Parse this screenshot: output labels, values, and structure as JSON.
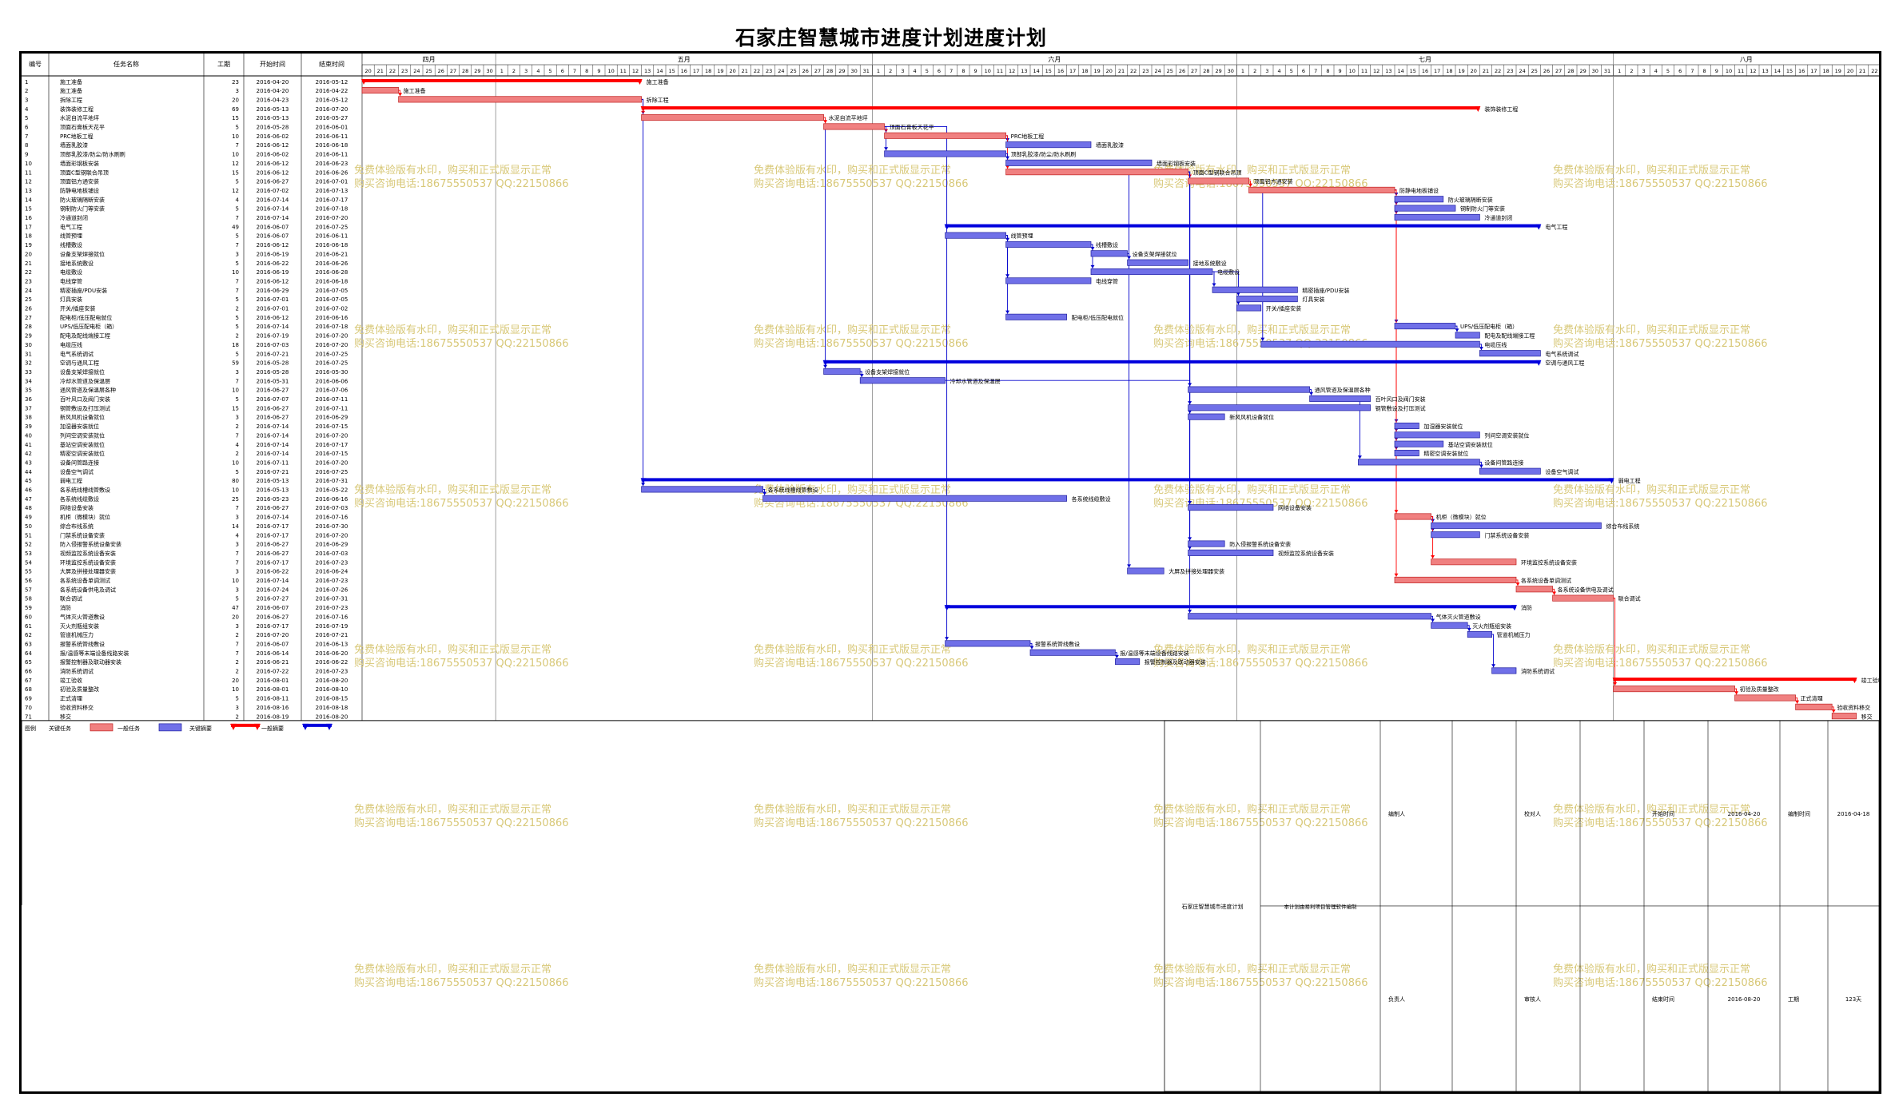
{
  "title": "石家庄智慧城市进度计划进度计划",
  "headers": {
    "id": "编号",
    "name": "任务名称",
    "dur": "工期",
    "start": "开始时间",
    "end": "结束时间"
  },
  "months": [
    "四月",
    "五月",
    "六月",
    "七月",
    "八月"
  ],
  "colors": {
    "critical_bar": "#f08080",
    "normal_bar": "#7070e8",
    "critical_summary": "#ff0000",
    "summary": "#0000dd",
    "link_critical": "#ff0000",
    "link_normal": "#0000cc",
    "watermark": "#d8c878"
  },
  "watermark": {
    "line1": "免费体验版有水印，购买和正式版显示正常",
    "line2": "购买咨询电话:18675550537 QQ:22150866"
  },
  "tasks": [
    {
      "id": "1",
      "name": "施工准备",
      "dur": "23",
      "start": "2016-04-20",
      "end": "2016-05-12",
      "type": "summary",
      "critical": true
    },
    {
      "id": "2",
      "name": "施工准备",
      "dur": "3",
      "start": "2016-04-20",
      "end": "2016-04-22",
      "type": "task",
      "critical": true
    },
    {
      "id": "3",
      "name": "拆除工程",
      "dur": "20",
      "start": "2016-04-23",
      "end": "2016-05-12",
      "type": "task",
      "critical": true
    },
    {
      "id": "4",
      "name": "装饰装修工程",
      "dur": "69",
      "start": "2016-05-13",
      "end": "2016-07-20",
      "type": "summary",
      "critical": true
    },
    {
      "id": "5",
      "name": "水泥自流平地坪",
      "dur": "15",
      "start": "2016-05-13",
      "end": "2016-05-27",
      "type": "task",
      "critical": true
    },
    {
      "id": "6",
      "name": "顶面石膏板天花平",
      "dur": "5",
      "start": "2016-05-28",
      "end": "2016-06-01",
      "type": "task",
      "critical": true
    },
    {
      "id": "7",
      "name": "PRC地板工程",
      "dur": "10",
      "start": "2016-06-02",
      "end": "2016-06-11",
      "type": "task",
      "critical": true
    },
    {
      "id": "8",
      "name": "墙面乳胶漆",
      "dur": "7",
      "start": "2016-06-12",
      "end": "2016-06-18",
      "type": "task",
      "critical": false
    },
    {
      "id": "9",
      "name": "顶部乳胶漆/防尘/防水刷刷",
      "dur": "10",
      "start": "2016-06-02",
      "end": "2016-06-11",
      "type": "task",
      "critical": false
    },
    {
      "id": "10",
      "name": "墙面彩钢板安装",
      "dur": "12",
      "start": "2016-06-12",
      "end": "2016-06-23",
      "type": "task",
      "critical": false
    },
    {
      "id": "11",
      "name": "顶面C型钢联合吊顶",
      "dur": "15",
      "start": "2016-06-12",
      "end": "2016-06-26",
      "type": "task",
      "critical": true
    },
    {
      "id": "12",
      "name": "顶面铝方通安装",
      "dur": "5",
      "start": "2016-06-27",
      "end": "2016-07-01",
      "type": "task",
      "critical": true
    },
    {
      "id": "13",
      "name": "防静电地板铺设",
      "dur": "12",
      "start": "2016-07-02",
      "end": "2016-07-13",
      "type": "task",
      "critical": true
    },
    {
      "id": "14",
      "name": "防火玻璃隔断安装",
      "dur": "4",
      "start": "2016-07-14",
      "end": "2016-07-17",
      "type": "task",
      "critical": false
    },
    {
      "id": "15",
      "name": "钢制防火门等安装",
      "dur": "5",
      "start": "2016-07-14",
      "end": "2016-07-18",
      "type": "task",
      "critical": false
    },
    {
      "id": "16",
      "name": "冷通道封闭",
      "dur": "7",
      "start": "2016-07-14",
      "end": "2016-07-20",
      "type": "task",
      "critical": false
    },
    {
      "id": "17",
      "name": "电气工程",
      "dur": "49",
      "start": "2016-06-07",
      "end": "2016-07-25",
      "type": "summary",
      "critical": false
    },
    {
      "id": "18",
      "name": "线管预埋",
      "dur": "5",
      "start": "2016-06-07",
      "end": "2016-06-11",
      "type": "task",
      "critical": false
    },
    {
      "id": "19",
      "name": "线槽敷设",
      "dur": "7",
      "start": "2016-06-12",
      "end": "2016-06-18",
      "type": "task",
      "critical": false
    },
    {
      "id": "20",
      "name": "设备支架焊接就位",
      "dur": "3",
      "start": "2016-06-19",
      "end": "2016-06-21",
      "type": "task",
      "critical": false
    },
    {
      "id": "21",
      "name": "接地系统敷设",
      "dur": "5",
      "start": "2016-06-22",
      "end": "2016-06-26",
      "type": "task",
      "critical": false
    },
    {
      "id": "22",
      "name": "电缆敷设",
      "dur": "10",
      "start": "2016-06-19",
      "end": "2016-06-28",
      "type": "task",
      "critical": false
    },
    {
      "id": "23",
      "name": "电线穿管",
      "dur": "7",
      "start": "2016-06-12",
      "end": "2016-06-18",
      "type": "task",
      "critical": false
    },
    {
      "id": "24",
      "name": "精密插座/PDU安装",
      "dur": "7",
      "start": "2016-06-29",
      "end": "2016-07-05",
      "type": "task",
      "critical": false
    },
    {
      "id": "25",
      "name": "灯具安装",
      "dur": "5",
      "start": "2016-07-01",
      "end": "2016-07-05",
      "type": "task",
      "critical": false
    },
    {
      "id": "26",
      "name": "开关/插座安装",
      "dur": "2",
      "start": "2016-07-01",
      "end": "2016-07-02",
      "type": "task",
      "critical": false
    },
    {
      "id": "27",
      "name": "配电柜/低压配电就位",
      "dur": "5",
      "start": "2016-06-12",
      "end": "2016-06-16",
      "type": "task",
      "critical": false
    },
    {
      "id": "28",
      "name": "UPS/低压配电柜（箱）",
      "dur": "5",
      "start": "2016-07-14",
      "end": "2016-07-18",
      "type": "task",
      "critical": false
    },
    {
      "id": "29",
      "name": "配电及配线端接工程",
      "dur": "2",
      "start": "2016-07-19",
      "end": "2016-07-20",
      "type": "task",
      "critical": false
    },
    {
      "id": "30",
      "name": "电缆压线",
      "dur": "18",
      "start": "2016-07-03",
      "end": "2016-07-20",
      "type": "task",
      "critical": false
    },
    {
      "id": "31",
      "name": "电气系统调试",
      "dur": "5",
      "start": "2016-07-21",
      "end": "2016-07-25",
      "type": "task",
      "critical": false
    },
    {
      "id": "32",
      "name": "空调与通风工程",
      "dur": "59",
      "start": "2016-05-28",
      "end": "2016-07-25",
      "type": "summary",
      "critical": false
    },
    {
      "id": "33",
      "name": "设备支架焊接就位",
      "dur": "3",
      "start": "2016-05-28",
      "end": "2016-05-30",
      "type": "task",
      "critical": false
    },
    {
      "id": "34",
      "name": "冷却水管道及保温层",
      "dur": "7",
      "start": "2016-05-31",
      "end": "2016-06-06",
      "type": "task",
      "critical": false
    },
    {
      "id": "35",
      "name": "通风管道及保温层各种",
      "dur": "10",
      "start": "2016-06-27",
      "end": "2016-07-06",
      "type": "task",
      "critical": false
    },
    {
      "id": "36",
      "name": "百叶风口及阀门安装",
      "dur": "5",
      "start": "2016-07-07",
      "end": "2016-07-11",
      "type": "task",
      "critical": false
    },
    {
      "id": "37",
      "name": "钢管敷设及打压测试",
      "dur": "15",
      "start": "2016-06-27",
      "end": "2016-07-11",
      "type": "task",
      "critical": false
    },
    {
      "id": "38",
      "name": "新风风机设备就位",
      "dur": "3",
      "start": "2016-06-27",
      "end": "2016-06-29",
      "type": "task",
      "critical": false
    },
    {
      "id": "39",
      "name": "加湿器安装就位",
      "dur": "2",
      "start": "2016-07-14",
      "end": "2016-07-15",
      "type": "task",
      "critical": false
    },
    {
      "id": "40",
      "name": "列间空调安装就位",
      "dur": "7",
      "start": "2016-07-14",
      "end": "2016-07-20",
      "type": "task",
      "critical": false
    },
    {
      "id": "41",
      "name": "基站空调安装就位",
      "dur": "4",
      "start": "2016-07-14",
      "end": "2016-07-17",
      "type": "task",
      "critical": false
    },
    {
      "id": "42",
      "name": "精密空调安装就位",
      "dur": "2",
      "start": "2016-07-14",
      "end": "2016-07-15",
      "type": "task",
      "critical": false
    },
    {
      "id": "43",
      "name": "设备间管路连接",
      "dur": "10",
      "start": "2016-07-11",
      "end": "2016-07-20",
      "type": "task",
      "critical": false
    },
    {
      "id": "44",
      "name": "设备空气调试",
      "dur": "5",
      "start": "2016-07-21",
      "end": "2016-07-25",
      "type": "task",
      "critical": false
    },
    {
      "id": "45",
      "name": "弱电工程",
      "dur": "80",
      "start": "2016-05-13",
      "end": "2016-07-31",
      "type": "summary",
      "critical": false
    },
    {
      "id": "46",
      "name": "各系统线槽线管敷设",
      "dur": "10",
      "start": "2016-05-13",
      "end": "2016-05-22",
      "type": "task",
      "critical": false
    },
    {
      "id": "47",
      "name": "各系统线缆敷设",
      "dur": "25",
      "start": "2016-05-23",
      "end": "2016-06-16",
      "type": "task",
      "critical": false
    },
    {
      "id": "48",
      "name": "网络设备安装",
      "dur": "7",
      "start": "2016-06-27",
      "end": "2016-07-03",
      "type": "task",
      "critical": false
    },
    {
      "id": "49",
      "name": "机柜（微模块）就位",
      "dur": "3",
      "start": "2016-07-14",
      "end": "2016-07-16",
      "type": "task",
      "critical": true
    },
    {
      "id": "50",
      "name": "综合布线系统",
      "dur": "14",
      "start": "2016-07-17",
      "end": "2016-07-30",
      "type": "task",
      "critical": false
    },
    {
      "id": "51",
      "name": "门禁系统设备安装",
      "dur": "4",
      "start": "2016-07-17",
      "end": "2016-07-20",
      "type": "task",
      "critical": false
    },
    {
      "id": "52",
      "name": "防入侵报警系统设备安装",
      "dur": "3",
      "start": "2016-06-27",
      "end": "2016-06-29",
      "type": "task",
      "critical": false
    },
    {
      "id": "53",
      "name": "视频监控系统设备安装",
      "dur": "7",
      "start": "2016-06-27",
      "end": "2016-07-03",
      "type": "task",
      "critical": false
    },
    {
      "id": "54",
      "name": "环境监控系统设备安装",
      "dur": "7",
      "start": "2016-07-17",
      "end": "2016-07-23",
      "type": "task",
      "critical": true
    },
    {
      "id": "55",
      "name": "大屏及拼接处理器安装",
      "dur": "3",
      "start": "2016-06-22",
      "end": "2016-06-24",
      "type": "task",
      "critical": false
    },
    {
      "id": "56",
      "name": "各系统设备单调测试",
      "dur": "10",
      "start": "2016-07-14",
      "end": "2016-07-23",
      "type": "task",
      "critical": true
    },
    {
      "id": "57",
      "name": "各系统设备供电及调试",
      "dur": "3",
      "start": "2016-07-24",
      "end": "2016-07-26",
      "type": "task",
      "critical": true
    },
    {
      "id": "58",
      "name": "联合调试",
      "dur": "5",
      "start": "2016-07-27",
      "end": "2016-07-31",
      "type": "task",
      "critical": true
    },
    {
      "id": "59",
      "name": "消防",
      "dur": "47",
      "start": "2016-06-07",
      "end": "2016-07-23",
      "type": "summary",
      "critical": false
    },
    {
      "id": "60",
      "name": "气体灭火管道敷设",
      "dur": "20",
      "start": "2016-06-27",
      "end": "2016-07-16",
      "type": "task",
      "critical": false
    },
    {
      "id": "61",
      "name": "灭火剂瓶组安装",
      "dur": "3",
      "start": "2016-07-17",
      "end": "2016-07-19",
      "type": "task",
      "critical": false
    },
    {
      "id": "62",
      "name": "管道机械压力",
      "dur": "2",
      "start": "2016-07-20",
      "end": "2016-07-21",
      "type": "task",
      "critical": false
    },
    {
      "id": "63",
      "name": "报警系统管线敷设",
      "dur": "7",
      "start": "2016-06-07",
      "end": "2016-06-13",
      "type": "task",
      "critical": false
    },
    {
      "id": "64",
      "name": "报/温感等末端设备线路安装",
      "dur": "7",
      "start": "2016-06-14",
      "end": "2016-06-20",
      "type": "task",
      "critical": false
    },
    {
      "id": "65",
      "name": "报警控制器及联动器安装",
      "dur": "2",
      "start": "2016-06-21",
      "end": "2016-06-22",
      "type": "task",
      "critical": false
    },
    {
      "id": "66",
      "name": "消防系统调试",
      "dur": "2",
      "start": "2016-07-22",
      "end": "2016-07-23",
      "type": "task",
      "critical": false
    },
    {
      "id": "67",
      "name": "竣工验收",
      "dur": "20",
      "start": "2016-08-01",
      "end": "2016-08-20",
      "type": "summary",
      "critical": true
    },
    {
      "id": "68",
      "name": "初验及质量整改",
      "dur": "10",
      "start": "2016-08-01",
      "end": "2016-08-10",
      "type": "task",
      "critical": true
    },
    {
      "id": "69",
      "name": "正式清理",
      "dur": "5",
      "start": "2016-08-11",
      "end": "2016-08-15",
      "type": "task",
      "critical": true
    },
    {
      "id": "70",
      "name": "验收资料移交",
      "dur": "3",
      "start": "2016-08-16",
      "end": "2016-08-18",
      "type": "task",
      "critical": true
    },
    {
      "id": "71",
      "name": "移交",
      "dur": "2",
      "start": "2016-08-19",
      "end": "2016-08-20",
      "type": "task",
      "critical": true
    }
  ],
  "links": [
    [
      2,
      3
    ],
    [
      3,
      5
    ],
    [
      5,
      6
    ],
    [
      6,
      7
    ],
    [
      7,
      8
    ],
    [
      7,
      11
    ],
    [
      6,
      9
    ],
    [
      9,
      10
    ],
    [
      11,
      12
    ],
    [
      12,
      13
    ],
    [
      13,
      14
    ],
    [
      13,
      15
    ],
    [
      13,
      16
    ],
    [
      18,
      19
    ],
    [
      19,
      20
    ],
    [
      20,
      21
    ],
    [
      19,
      22
    ],
    [
      18,
      23
    ],
    [
      22,
      24
    ],
    [
      22,
      25
    ],
    [
      25,
      26
    ],
    [
      18,
      27
    ],
    [
      13,
      28
    ],
    [
      28,
      29
    ],
    [
      13,
      30
    ],
    [
      30,
      31
    ],
    [
      6,
      33
    ],
    [
      33,
      34
    ],
    [
      34,
      35
    ],
    [
      35,
      36
    ],
    [
      11,
      37
    ],
    [
      11,
      38
    ],
    [
      13,
      39
    ],
    [
      13,
      40
    ],
    [
      13,
      41
    ],
    [
      13,
      42
    ],
    [
      36,
      43
    ],
    [
      43,
      44
    ],
    [
      3,
      46
    ],
    [
      46,
      47
    ],
    [
      11,
      48
    ],
    [
      13,
      49
    ],
    [
      49,
      50
    ],
    [
      49,
      51
    ],
    [
      11,
      52
    ],
    [
      11,
      53
    ],
    [
      49,
      54
    ],
    [
      11,
      55
    ],
    [
      13,
      56
    ],
    [
      56,
      57
    ],
    [
      57,
      58
    ],
    [
      11,
      60
    ],
    [
      60,
      61
    ],
    [
      61,
      62
    ],
    [
      6,
      63
    ],
    [
      63,
      64
    ],
    [
      64,
      65
    ],
    [
      62,
      66
    ],
    [
      58,
      68
    ],
    [
      68,
      69
    ],
    [
      69,
      70
    ],
    [
      70,
      71
    ]
  ],
  "legend": {
    "label": "图例",
    "items": [
      "关键任务",
      "一般任务",
      "关键摘要",
      "一般摘要"
    ]
  },
  "footer": {
    "project": "石家庄智慧城市进度计划",
    "software": "本计划由易利项目管理软件编制",
    "author_label": "编制人",
    "author": "",
    "manager_label": "负责人",
    "manager": "",
    "checker_label": "校对人",
    "checker": "",
    "reviewer_label": "审核人",
    "reviewer": "",
    "start_label": "开始时间",
    "start": "2016-04-20",
    "end_label": "结束时间",
    "end": "2016-08-20",
    "made_label": "编制时间",
    "made": "2016-04-18",
    "dur_label": "工期",
    "dur": "123天"
  }
}
